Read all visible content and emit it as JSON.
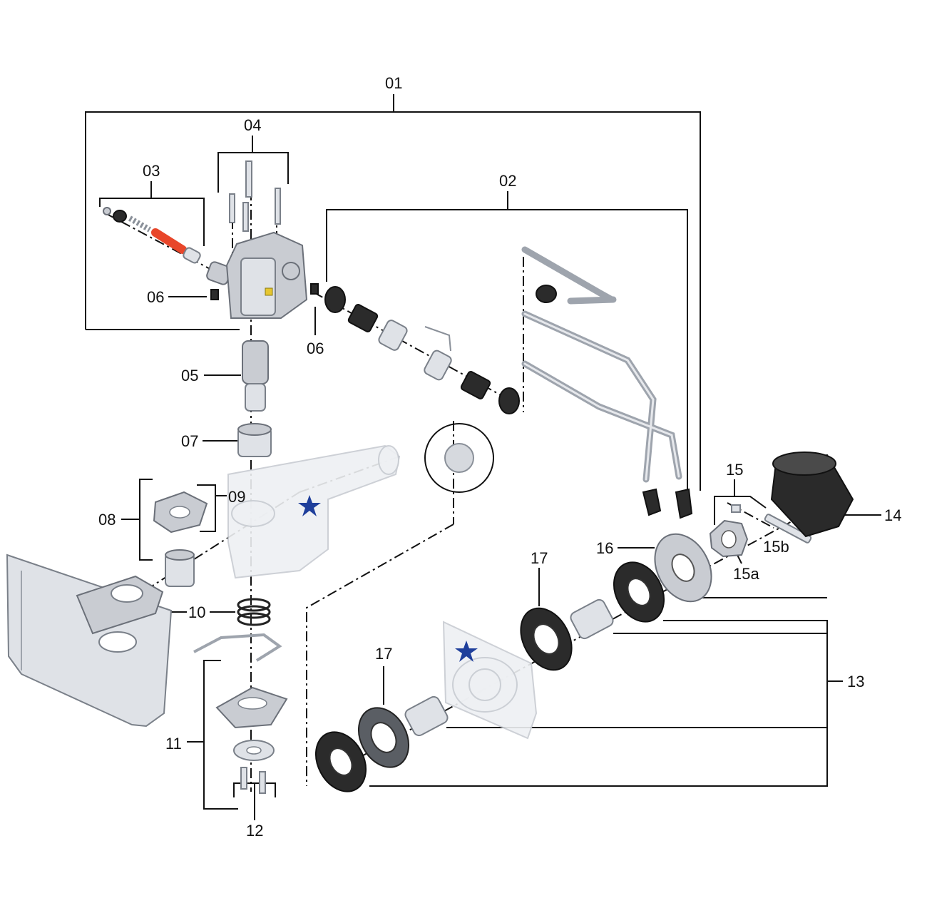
{
  "labels": {
    "p01": "01",
    "p02": "02",
    "p03": "03",
    "p04": "04",
    "p05": "05",
    "p06a": "06",
    "p06b": "06",
    "p07": "07",
    "p08": "08",
    "p09": "09",
    "p10": "10",
    "p11": "11",
    "p12": "12",
    "p13": "13",
    "p14": "14",
    "p15": "15",
    "p15a": "15a",
    "p15b": "15b",
    "p16": "16",
    "p17a": "17",
    "p17b": "17"
  },
  "colors": {
    "line": "#111111",
    "metal": "#c9ccd2",
    "rubber": "#2b2b2b",
    "star": "#1f3f9b",
    "highlight_part": "#e8462a"
  }
}
